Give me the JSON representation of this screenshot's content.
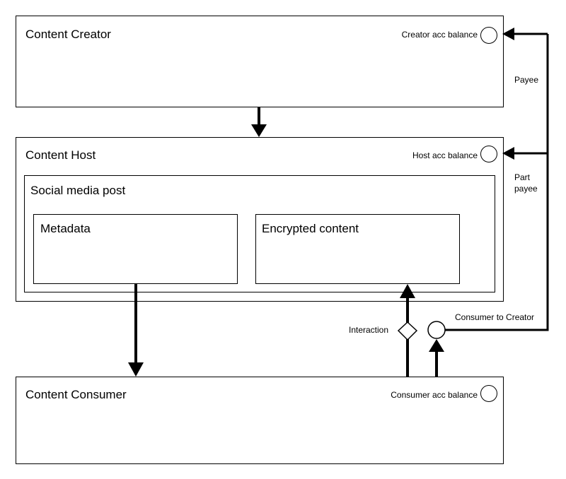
{
  "creator": {
    "title": "Content Creator",
    "balance_label": "Creator acc balance"
  },
  "host": {
    "title": "Content Host",
    "balance_label": "Host acc balance"
  },
  "post": {
    "title": "Social media post"
  },
  "metadata": {
    "title": "Metadata"
  },
  "encrypted": {
    "title": "Encrypted content"
  },
  "consumer": {
    "title": "Content Consumer",
    "balance_label": "Consumer acc balance"
  },
  "labels": {
    "payee": "Payee",
    "part_payee_1": "Part",
    "part_payee_2": "payee",
    "consumer_to_creator": "Consumer to Creator",
    "interaction": "Interaction"
  },
  "icons": [
    "balance-circle",
    "interaction-diamond",
    "payment-circle",
    "arrow-head"
  ]
}
